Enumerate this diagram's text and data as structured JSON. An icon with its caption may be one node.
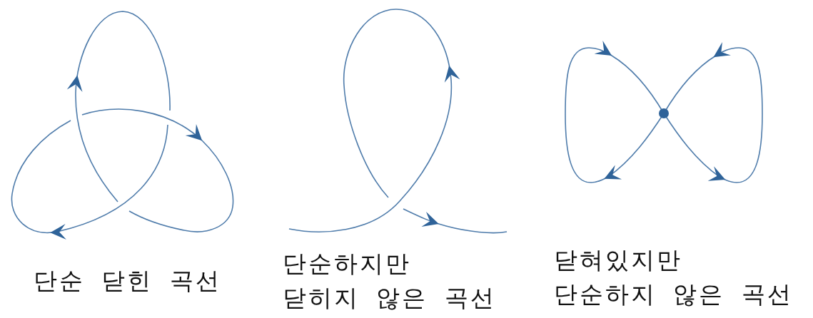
{
  "diagram": {
    "labels": [
      "단순 닫힌 곡선",
      "단순하지만 닫히지 않은 곡선",
      "닫혀있지만 단순하지 않은 곡선"
    ]
  }
}
